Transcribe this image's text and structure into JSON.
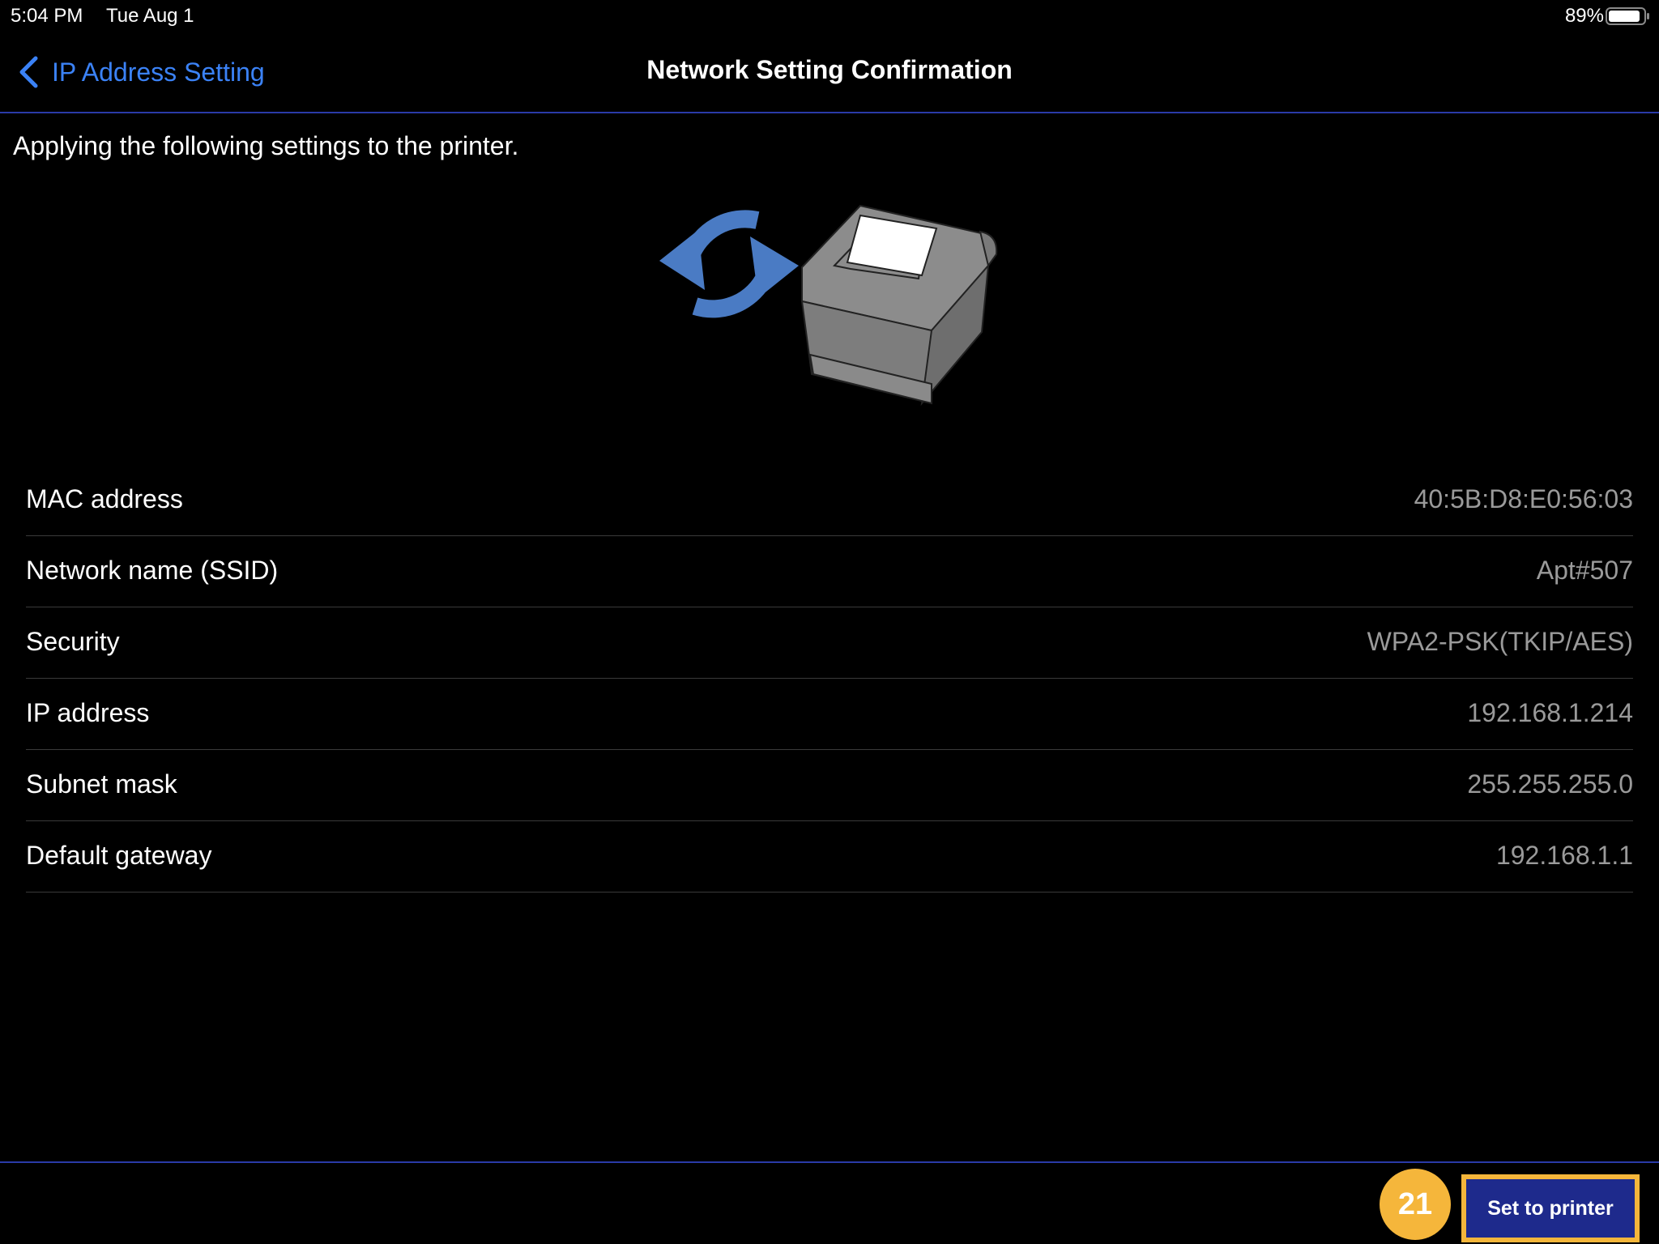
{
  "status_bar": {
    "time": "5:04 PM",
    "date": "Tue Aug 1",
    "battery_percent": "89%",
    "battery_icon": "battery-icon"
  },
  "nav": {
    "back_label": "IP Address Setting",
    "back_icon": "chevron-left-icon",
    "title": "Network Setting Confirmation"
  },
  "intro": "Applying the following settings to the printer.",
  "illustration": {
    "icons": [
      "sync-arrows-icon",
      "receipt-printer-icon"
    ],
    "colors": {
      "arrows": "#4a7bc4",
      "printer": "#8c8c8c"
    }
  },
  "settings": [
    {
      "label": "MAC address",
      "value": "40:5B:D8:E0:56:03"
    },
    {
      "label": "Network name (SSID)",
      "value": "Apt#507"
    },
    {
      "label": "Security",
      "value": "WPA2-PSK(TKIP/AES)"
    },
    {
      "label": "IP address",
      "value": "192.168.1.214"
    },
    {
      "label": "Subnet mask",
      "value": "255.255.255.0"
    },
    {
      "label": "Default gateway",
      "value": "192.168.1.1"
    }
  ],
  "toolbar": {
    "step_number": "21",
    "set_button_label": "Set to printer",
    "accent_color": "#f5b63b",
    "button_color": "#1e2a8c",
    "link_color": "#3b82f6"
  }
}
